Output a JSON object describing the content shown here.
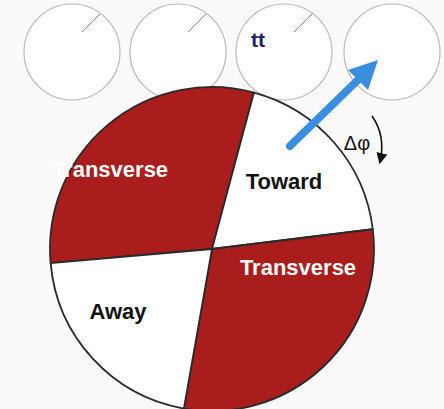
{
  "diagram": {
    "nodes": [
      {
        "text": [
          "Transverse"
        ]
      },
      {
        "text": [
          "Toward"
        ]
      },
      {
        "text": [
          "Transverse"
        ]
      },
      {
        "text": [
          "Away"
        ]
      }
    ],
    "labels": [
      "tt",
      "Δφ"
    ]
  }
}
